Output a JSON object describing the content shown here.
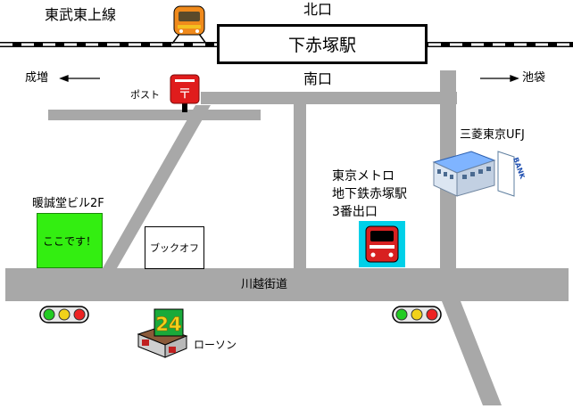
{
  "map": {
    "line_name": "東武東上線",
    "north_exit": "北口",
    "station_name": "下赤塚駅",
    "south_exit": "南口",
    "dir_left": "成増",
    "dir_right": "池袋",
    "post_label": "ポスト",
    "bank_label": "三菱東京UFJ",
    "metro_line1": "東京メトロ",
    "metro_line2": "地下鉄赤塚駅",
    "metro_line3": "3番出口",
    "building_label": "暖誠堂ビル2F",
    "here_label": "ここです！",
    "book_shop": "ブックオフ",
    "street_name": "川越街道",
    "lawson_label": "ローソン",
    "lawson_number": "24",
    "bank_sign": "BANK"
  },
  "colors": {
    "road": "#a8a8a8",
    "highlight": "#33ee11",
    "train_orange": "#f08a1c",
    "metro_cyan": "#00d0e8",
    "metro_red": "#d82020",
    "post_red": "#e01c1c",
    "signal_green": "#22cc22",
    "signal_yellow": "#f2d21a",
    "signal_red": "#ee2222"
  }
}
